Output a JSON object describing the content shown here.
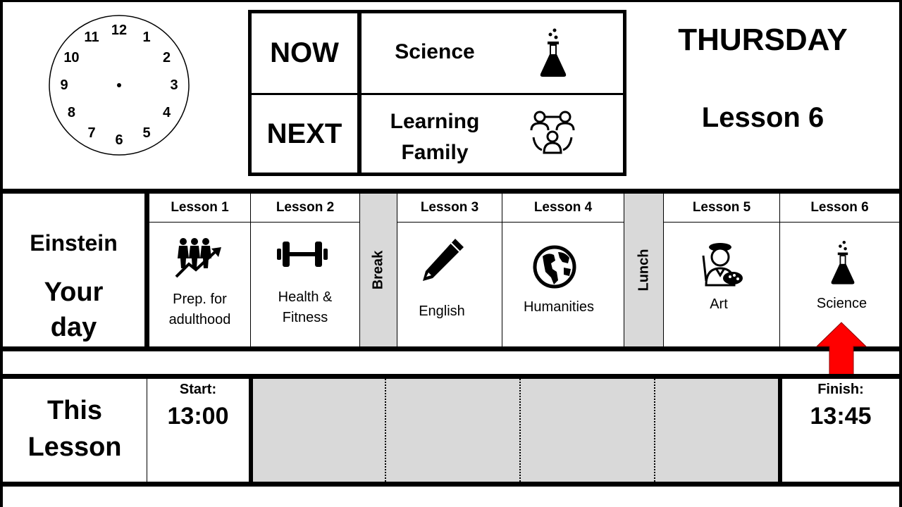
{
  "clock": {
    "numbers": [
      "12",
      "1",
      "2",
      "3",
      "4",
      "5",
      "6",
      "7",
      "8",
      "9",
      "10",
      "11"
    ]
  },
  "now_next": {
    "now_label": "NOW",
    "next_label": "NEXT",
    "now_subject": "Science",
    "next_subject_line1": "Learning",
    "next_subject_line2": "Family",
    "now_icon": "flask-icon",
    "next_icon": "group-icon"
  },
  "day": {
    "name": "THURSDAY",
    "lesson": "Lesson 6"
  },
  "student": {
    "name": "Einstein",
    "your": "Your",
    "day": "day"
  },
  "timetable": {
    "lessons": [
      {
        "head": "Lesson 1",
        "line1": "Prep. for",
        "line2": "adulthood",
        "icon": "people-growth-icon"
      },
      {
        "head": "Lesson 2",
        "line1": "Health &",
        "line2": "Fitness",
        "icon": "dumbbell-icon"
      },
      {
        "head": "Lesson 3",
        "line1": "English",
        "line2": "",
        "icon": "pencil-icon"
      },
      {
        "head": "Lesson 4",
        "line1": "Humanities",
        "line2": "",
        "icon": "globe-icon"
      },
      {
        "head": "Lesson 5",
        "line1": "Art",
        "line2": "",
        "icon": "artist-icon"
      },
      {
        "head": "Lesson 6",
        "line1": "Science",
        "line2": "",
        "icon": "flask-icon"
      }
    ],
    "break_label": "Break",
    "lunch_label": "Lunch"
  },
  "this_lesson": {
    "line1": "This",
    "line2": "Lesson",
    "start_label": "Start:",
    "start_time": "13:00",
    "finish_label": "Finish:",
    "finish_time": "13:45"
  },
  "colors": {
    "marker": "#ff0000",
    "grey": "#d9d9d9"
  }
}
